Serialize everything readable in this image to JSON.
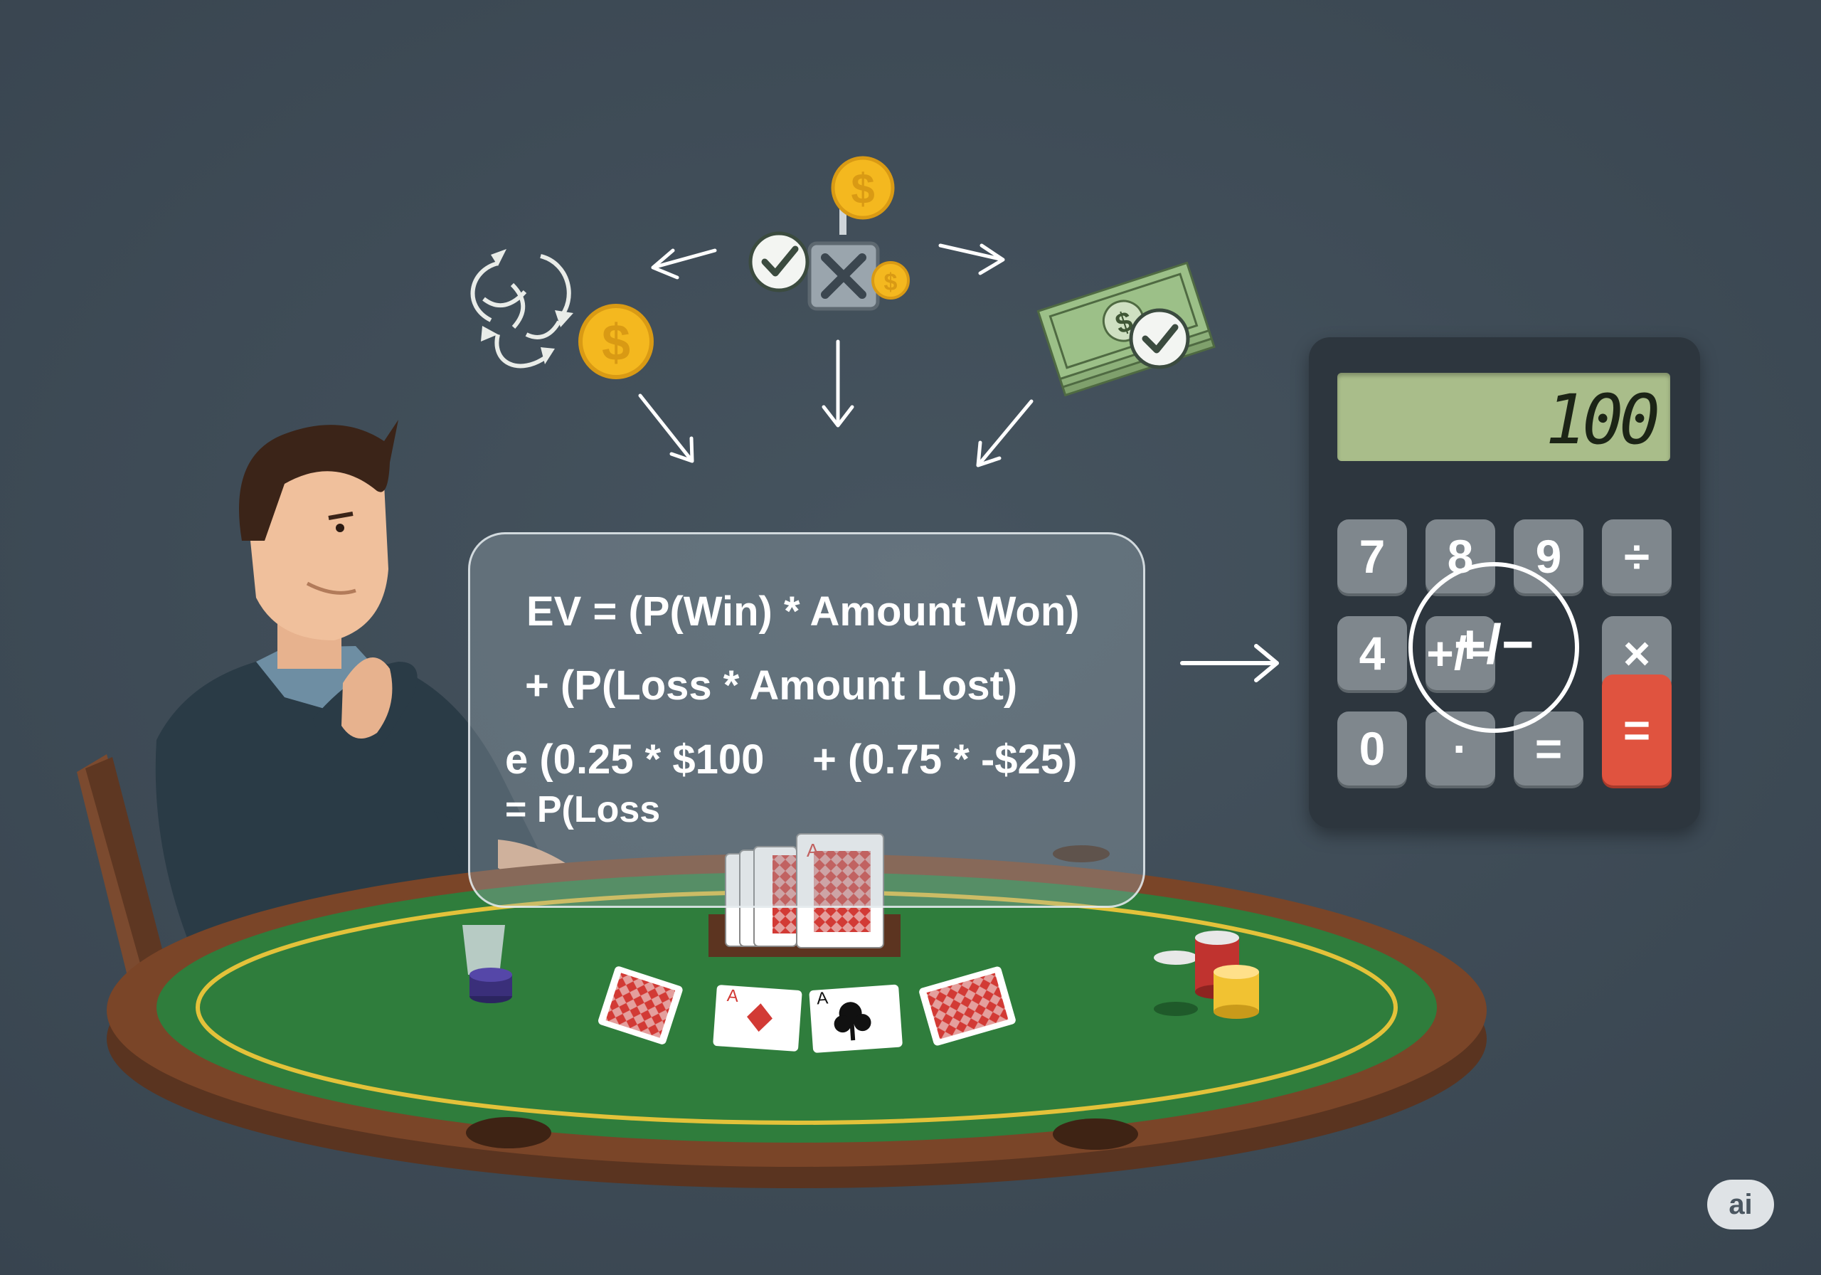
{
  "formula": {
    "line1": "EV = (P(Win) * Amount Won)",
    "line2": "+ (P(Loss * Amount Lost)",
    "line3a": "e (0.25 * $100",
    "line3b": "+ (0.75 * -$25)",
    "line4": "= P(Loss"
  },
  "calculator": {
    "display": "100",
    "keys": [
      "7",
      "8",
      "9",
      "÷",
      "4",
      "+/−",
      "×",
      "0",
      "·",
      "=",
      "="
    ],
    "toggle_label": "+/−"
  },
  "badge": "ai",
  "colors": {
    "background": "#3d4b57",
    "felt": "#2f7d3c",
    "rail": "#7a4528",
    "table_line": "#e3c23a",
    "coin": "#f4b81f",
    "card_red": "#d23a35",
    "calc_body": "#2d363e",
    "calc_screen": "#a9bd8a",
    "key_gray": "#7f878d",
    "key_red": "#e0533f"
  },
  "icons": {
    "left_group": "cycle-arrows-icon",
    "left_coin": "dollar-coin-icon",
    "center_top_coin": "dollar-coin-icon",
    "center_check": "check-circle-icon",
    "center_x": "x-box-icon",
    "center_small_coin": "dollar-coin-icon",
    "right_money": "cash-stack-icon",
    "right_check": "check-circle-icon"
  }
}
